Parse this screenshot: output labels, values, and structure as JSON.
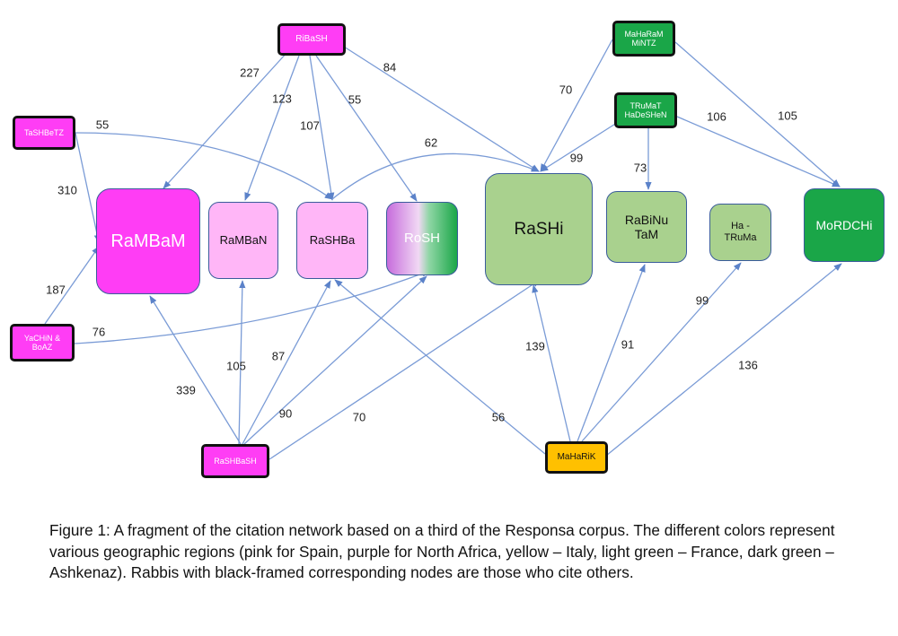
{
  "nodes": {
    "ribash": {
      "label": "RiBaSH",
      "color": "#ff3df5"
    },
    "tashbetz": {
      "label": "TaSHBeTZ",
      "color": "#ff3df5"
    },
    "yachin": {
      "label": "YaCHiN & BoAZ",
      "color": "#ff3df5"
    },
    "rashbash": {
      "label": "RaSHBaSH",
      "color": "#ff3df5"
    },
    "rambam": {
      "label": "RaMBaM",
      "color": "#ff3df5"
    },
    "rambaN": {
      "label": "RaMBaN",
      "color": "#ffb6f7"
    },
    "rashba": {
      "label": "RaSHBa",
      "color": "#ffb6f7"
    },
    "rosh": {
      "label": "RoSH",
      "color": "#1aa648"
    },
    "rashi": {
      "label": "RaSHi",
      "color": "#a9d18e"
    },
    "rabinu": {
      "label": "RaBiNu TaM",
      "color": "#a9d18e"
    },
    "haTruma": {
      "label": "Ha - TRuMa",
      "color": "#a9d18e"
    },
    "mordchi": {
      "label": "MoRDCHi",
      "color": "#1aa648"
    },
    "maharam": {
      "label": "MaHaRaM MiNTZ",
      "color": "#1aa648"
    },
    "truma": {
      "label": "TRuMaT HaDeSHeN",
      "color": "#1aa648"
    },
    "maharik": {
      "label": "MaHaRiK",
      "color": "#ffc000"
    }
  },
  "edges": [
    {
      "from": "ribash",
      "to": "rambam",
      "weight": "227"
    },
    {
      "from": "ribash",
      "to": "rambaN",
      "weight": "123"
    },
    {
      "from": "ribash",
      "to": "rashba",
      "weight": "107"
    },
    {
      "from": "ribash",
      "to": "rosh",
      "weight": "55"
    },
    {
      "from": "ribash",
      "to": "rashi",
      "weight": "84"
    },
    {
      "from": "tashbetz",
      "to": "rambam",
      "weight": "310"
    },
    {
      "from": "tashbetz",
      "to": "rashba",
      "weight": "55"
    },
    {
      "from": "yachin",
      "to": "rambam",
      "weight": "187"
    },
    {
      "from": "yachin",
      "to": "rosh",
      "weight": "76"
    },
    {
      "from": "rashbash",
      "to": "rambam",
      "weight": "339"
    },
    {
      "from": "rashbash",
      "to": "rambaN",
      "weight": "105"
    },
    {
      "from": "rashbash",
      "to": "rashba",
      "weight": "87"
    },
    {
      "from": "rashbash",
      "to": "rosh",
      "weight": "90"
    },
    {
      "from": "rashbash",
      "to": "rashi",
      "weight": "70"
    },
    {
      "from": "rashba",
      "to": "rashi",
      "weight": "62"
    },
    {
      "from": "maharam",
      "to": "rashi",
      "weight": "70"
    },
    {
      "from": "maharam",
      "to": "mordchi",
      "weight": "105"
    },
    {
      "from": "truma",
      "to": "rashi",
      "weight": "99"
    },
    {
      "from": "truma",
      "to": "rabinu",
      "weight": "73"
    },
    {
      "from": "truma",
      "to": "mordchi",
      "weight": "106"
    },
    {
      "from": "maharik",
      "to": "rashi",
      "weight": "139"
    },
    {
      "from": "maharik",
      "to": "rabinu",
      "weight": "91"
    },
    {
      "from": "maharik",
      "to": "haTruma",
      "weight": "99"
    },
    {
      "from": "maharik",
      "to": "mordchi",
      "weight": "136"
    },
    {
      "from": "maharik",
      "to": "rashba",
      "weight": "56"
    }
  ],
  "caption": "Figure 1: A fragment of the citation network based on a third of the Responsa corpus. The different colors represent various geographic regions (pink for Spain, purple for North Africa, yellow – Italy, light green – France, dark green – Ashkenaz). Rabbis with black-framed corresponding nodes are those who cite others.",
  "colors": {
    "edge": "#7a9bd6",
    "frame": "#111111",
    "border": "#3a5c9b"
  }
}
